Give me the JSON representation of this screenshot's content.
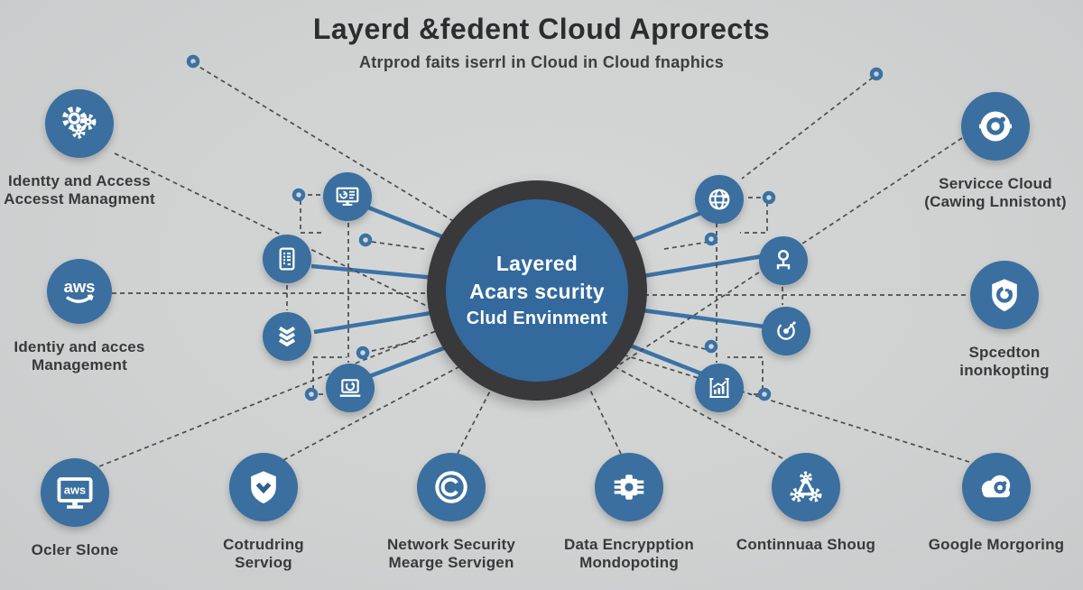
{
  "title": "Layerd &fedent Cloud Aprorects",
  "subtitle": "Atrprod  faits iserrl in Cloud in Cloud fnaphics",
  "center": {
    "line1": "Layered",
    "line2": "Acars scurity",
    "line3": "Clud Envinment"
  },
  "colors": {
    "background": "#d1d3d3",
    "node_blue": "#3a6f9f",
    "center_blue": "#33699d",
    "center_ring": "#39393b",
    "dashed_line": "#4c4c4c",
    "solid_line": "#3c73a6",
    "label_text": "#39393b"
  },
  "nodes": {
    "iam_gears": {
      "label1": "Identty and Access",
      "label2": "Accesst Managment"
    },
    "aws_logo": {
      "icon_text": "aws",
      "label1": "Identiy and acces",
      "label2": "Management"
    },
    "ocler_slone": {
      "icon_text": "aws",
      "label1": "Ocler Slone",
      "label2": ""
    },
    "service_cloud": {
      "label1": "Servicce Cloud",
      "label2": "(Cawing Lnnistont)"
    },
    "spcedton": {
      "label1": "Spcedton",
      "label2": "inonkopting"
    },
    "cotrudring": {
      "label1": "Cotrudring",
      "label2": "Serviog"
    },
    "network_security": {
      "label1": "Network Security",
      "label2": "Mearge Servigen"
    },
    "data_encryption": {
      "label1": "Data Encrypption",
      "label2": "Mondopoting"
    },
    "continnuaa": {
      "label1": "Continnuaa Shoug",
      "label2": ""
    },
    "google_morgoring": {
      "label1": "Google Morgoring",
      "label2": ""
    }
  },
  "mid_icons": [
    "monitor-dashboard-icon",
    "document-icon",
    "layers-icon",
    "laptop-sync-icon",
    "globe-icon",
    "pin-icon",
    "target-orbit-icon",
    "bar-chart-icon"
  ]
}
